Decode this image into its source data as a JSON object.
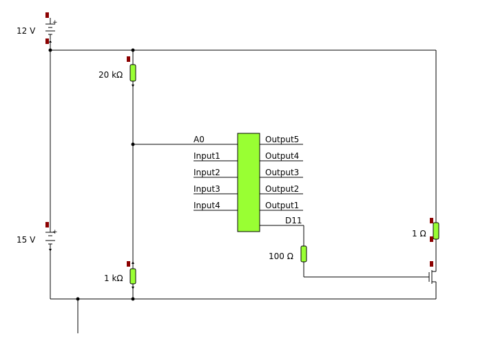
{
  "components": {
    "battery_top": {
      "label": "12 V"
    },
    "battery_bottom": {
      "label": "15 V"
    },
    "resistor_top": {
      "label": "20 kΩ"
    },
    "resistor_bottom": {
      "label": "1 kΩ"
    },
    "resistor_gate": {
      "label": "100 Ω"
    },
    "resistor_load": {
      "label": "1 Ω"
    },
    "chip": {
      "left_pins": [
        "A0",
        "Input1",
        "Input2",
        "Input3",
        "Input4"
      ],
      "right_pins": [
        "Output5",
        "Output4",
        "Output3",
        "Output2",
        "Output1"
      ],
      "bottom_pin": "D11"
    }
  },
  "colors": {
    "component_fill": "#99ff33",
    "marker": "#8b0000",
    "wire": "#000000"
  }
}
